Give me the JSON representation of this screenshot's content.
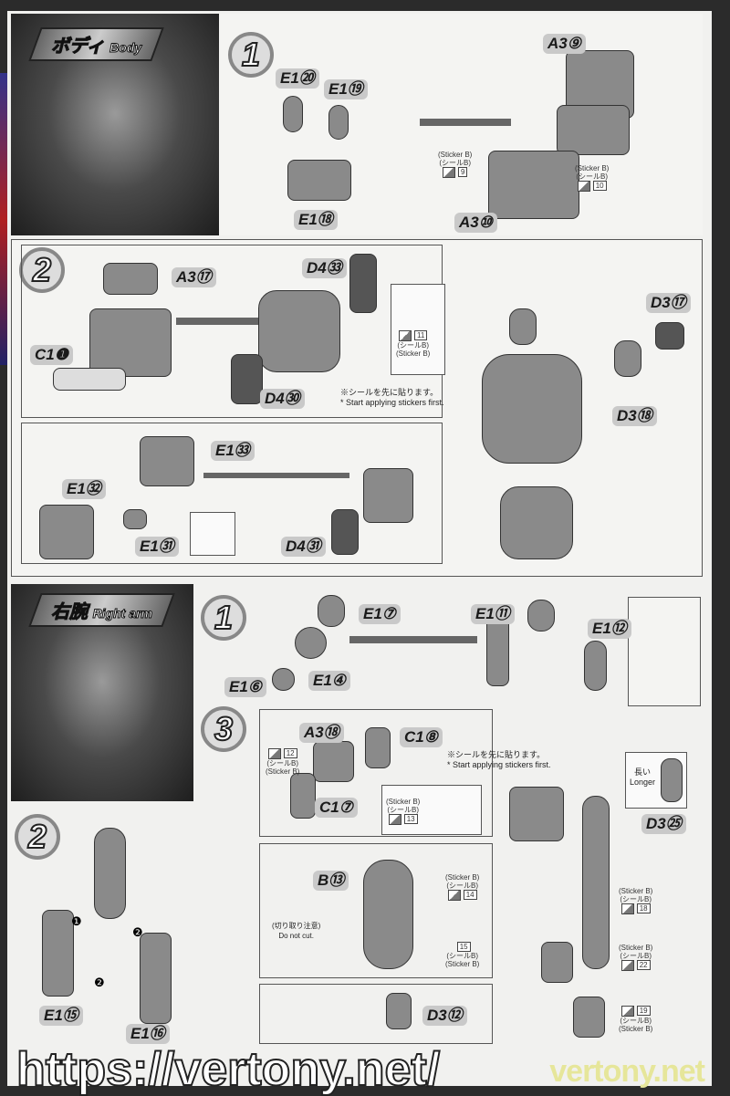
{
  "body_section": {
    "header_jp": "ボディ",
    "header_en": "Body",
    "step1": {
      "number": "1",
      "parts": [
        "E1⑳",
        "E1⑲",
        "E1⑱",
        "A3⑨",
        "A3⑩"
      ],
      "stickers": [
        {
          "label_en": "(Sticker B)",
          "label_jp": "(シールB)",
          "number": "9"
        },
        {
          "label_en": "(Sticker B)",
          "label_jp": "(シールB)",
          "number": "10"
        }
      ]
    },
    "step2": {
      "number": "2",
      "parts": [
        "A3⑰",
        "C1❶",
        "D4㉝",
        "D4㉚",
        "E1㉝",
        "E1㉜",
        "E1㉛",
        "D4㉛",
        "D3⑰",
        "D3⑱"
      ],
      "sticker": {
        "label_jp": "(シールB)",
        "label_en": "(Sticker B)",
        "number": "11"
      },
      "note_jp": "※シールを先に貼ります。",
      "note_en": "* Start applying stickers first."
    }
  },
  "arm_section": {
    "header_jp": "右腕",
    "header_en": "Right arm",
    "step1": {
      "number": "1",
      "parts": [
        "E1⑦",
        "E1⑥",
        "E1④",
        "E1⑪",
        "E1⑫"
      ]
    },
    "step2": {
      "number": "2",
      "parts": [
        "E1⑮",
        "E1⑯"
      ],
      "order_marks": [
        "❶",
        "❷",
        "❷"
      ]
    },
    "step3": {
      "number": "3",
      "parts": [
        "A3⑱",
        "C1⑧",
        "C1⑦",
        "D3㉕",
        "B⑬",
        "D3⑫"
      ],
      "note_jp": "※シールを先に貼ります。",
      "note_en": "* Start applying stickers first.",
      "longer_jp": "長い",
      "longer_en": "Longer",
      "do_not_cut_jp": "(切り取り注意)",
      "do_not_cut_en": "Do not cut.",
      "stickers": [
        {
          "label_jp": "(シールB)",
          "label_en": "(Sticker B)",
          "number": "12"
        },
        {
          "label_jp": "(シールB)",
          "label_en": "(Sticker B)",
          "number": "13"
        },
        {
          "label_jp": "(シールB)",
          "label_en": "(Sticker B)",
          "number": "14"
        },
        {
          "label_jp": "(シールB)",
          "label_en": "(Sticker B)",
          "number": "15"
        },
        {
          "label_jp": "(シールB)",
          "label_en": "(Sticker B)",
          "number": "18"
        },
        {
          "label_jp": "(シールB)",
          "label_en": "(Sticker B)",
          "number": "22"
        },
        {
          "label_jp": "(シールB)",
          "label_en": "(Sticker B)",
          "number": "19"
        }
      ]
    }
  },
  "watermark": "https://vertony.net/",
  "brand": "vertony.net"
}
